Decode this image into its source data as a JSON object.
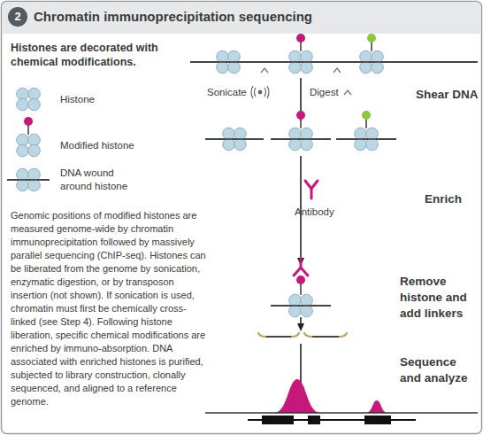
{
  "diagram": {
    "title": "Chromatin immunoprecipitation sequencing",
    "labels": [
      "2",
      "Histones are decorated with chemical modifications.",
      "Sonicate",
      "Digest",
      "Shear DNA",
      "Enrich",
      "Antibody",
      "Remove histone and add linkers",
      "Sequence and analyze",
      "Genomic positions of modified histones are measured genome-wide by chromatin immunoprecipitation followed by massively parallel sequencing (ChIP-seq). Histones can be liberated from the genome by sonication, enzymatic digestion, or by transposon insertion (not shown). If sonication is used, chromatin must first be chemically cross-linked (see Step 4). Following histone liberation, specific chemical modifications are enriched by immuno-absorption. DNA associated with enriched histones is purified, subjected to library construction, clonally sequenced, and aligned to a reference genome."
    ],
    "legend": [
      {
        "text": "Histone"
      },
      {
        "text": "Modified histone"
      },
      {
        "text": "DNA wound around histone"
      }
    ]
  }
}
